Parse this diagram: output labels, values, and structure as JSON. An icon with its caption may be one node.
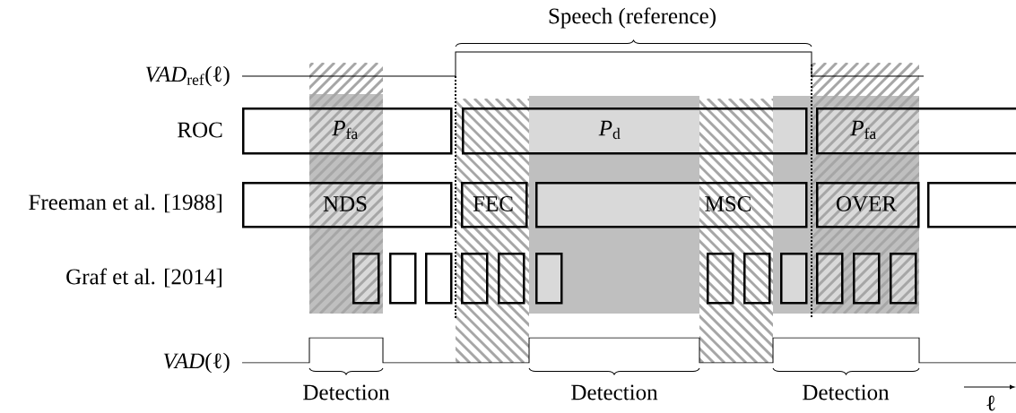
{
  "diagram": {
    "nodes": [
      {
        "text": [
          "*P*$_{fa}$"
        ]
      },
      {
        "text": [
          "*P*$_{d}$"
        ]
      },
      {
        "text": [
          "*P*$_{fa}$"
        ]
      },
      {
        "text": [
          "NDS"
        ]
      },
      {
        "text": [
          "FEC"
        ]
      },
      {
        "text": [
          "MSC"
        ]
      },
      {
        "text": [
          "OVER"
        ]
      },
      {
        "text": [],
        "shape": "box"
      },
      {
        "text": [],
        "shape": "box"
      },
      {
        "text": [],
        "shape": "box"
      },
      {
        "text": [],
        "shape": "box"
      },
      {
        "text": [],
        "shape": "box"
      },
      {
        "text": [],
        "shape": "box"
      },
      {
        "text": [],
        "shape": "box"
      },
      {
        "text": [],
        "shape": "box"
      },
      {
        "text": [],
        "shape": "box"
      },
      {
        "text": [],
        "shape": "box"
      },
      {
        "text": [],
        "shape": "box"
      },
      {
        "text": [],
        "shape": "box"
      },
      {
        "text": [],
        "shape": "box"
      }
    ],
    "labels": [
      "Speech (reference)",
      "*VAD*$_{ref}$(ℓ)",
      "ROC",
      "Freeman et al. [1988]",
      "Graf et al. [2014]",
      "*VAD*(ℓ)",
      "Detection",
      "Detection",
      "Detection",
      "ℓ"
    ]
  }
}
